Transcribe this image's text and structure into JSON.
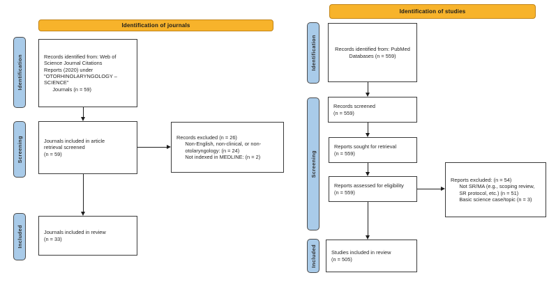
{
  "colors": {
    "banner_fill": "#F7B32B",
    "banner_border": "#C28417",
    "stage_fill": "#A9CBE9",
    "stage_border": "#4A4A4A",
    "box_border": "#393939",
    "arrow": "#1D1D1D"
  },
  "left": {
    "banner": "Identification of journals",
    "stages": {
      "identification": "Identification",
      "screening": "Screening",
      "included": "Included"
    },
    "boxes": {
      "identified": "Records identified from: Web of\nScience Journal Citations\nReports (2020) under\n\"OTORHINOLARYNGOLOGY –\nSCIENCE\"\n      Journals (n = 59)",
      "screened": "Journals included in article\nretrieval screened\n(n = 59)",
      "excluded": "Records excluded (n = 26)\n      Non-English, non-clinical, or non-\n      otolaryngology: (n = 24)\n      Not indexed in MEDLINE: (n = 2)",
      "included": "Journals included in review\n(n = 33)"
    }
  },
  "right": {
    "banner": "Identification of studies",
    "stages": {
      "identification": "Identification",
      "screening": "Screening",
      "included": "Included"
    },
    "boxes": {
      "identified": "Records identified from: PubMed\nDatabases (n = 559)",
      "screened": "Records screened\n(n = 559)",
      "sought": "Reports sought for retrieval\n(n = 559)",
      "assessed": "Reports assessed for eligibility\n(n = 559)",
      "excluded": "Reports excluded: (n = 54)\n      Not SR/MA (e.g., scoping review,\n      SR protocol, etc.) (n = 51)\n      Basic science case/topic (n = 3)",
      "included": "Studies included in review\n(n = 505)"
    }
  }
}
